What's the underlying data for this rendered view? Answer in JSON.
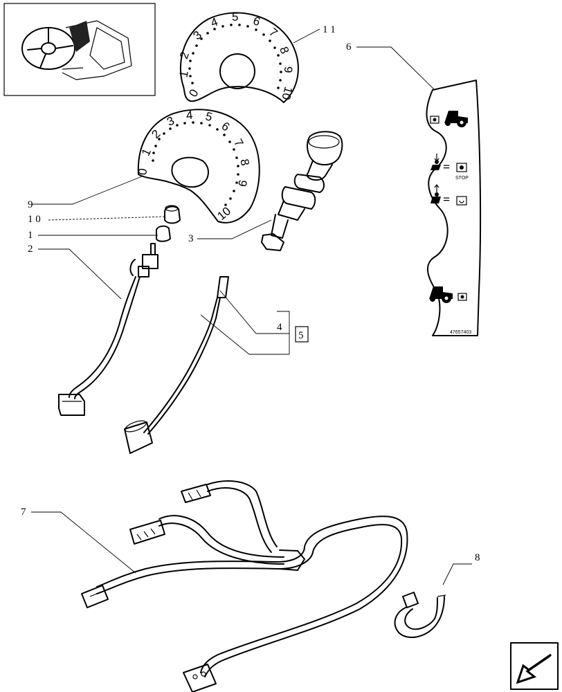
{
  "callouts": {
    "c1": "1",
    "c2": "2",
    "c3": "3",
    "c4": "4",
    "c5": "5",
    "c6": "6",
    "c7": "7",
    "c8": "8",
    "c9": "9",
    "c10": "1 0",
    "c11": "1 1"
  },
  "dial_upper": [
    "0",
    "1",
    "2",
    "3",
    "4",
    "5",
    "6",
    "7",
    "8",
    "9",
    "10"
  ],
  "dial_lower": [
    "0",
    "1",
    "2",
    "3",
    "4",
    "5",
    "6",
    "7",
    "8",
    "9",
    "10"
  ],
  "decal": {
    "stop": "STOP",
    "code": "47657403"
  },
  "icons": [
    "tractor-overview-icon",
    "next-page-arrow-icon"
  ]
}
